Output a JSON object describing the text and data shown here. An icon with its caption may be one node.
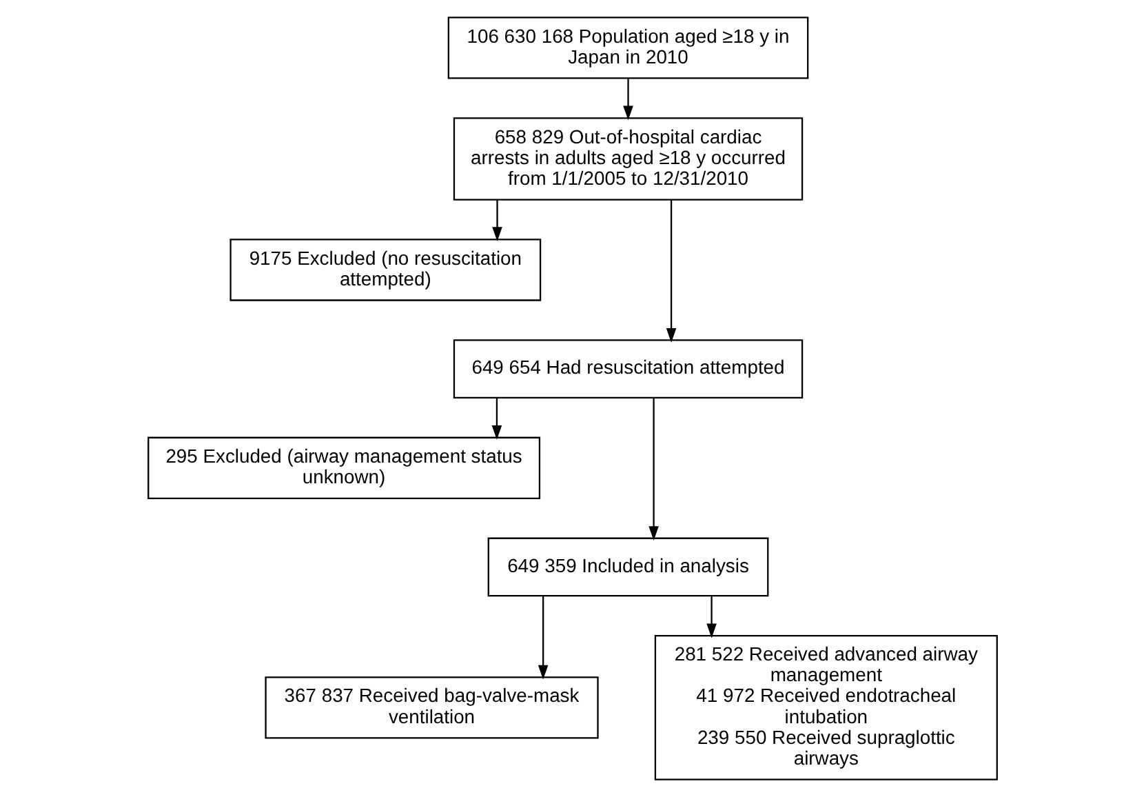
{
  "diagram": {
    "nodes": [
      {
        "text": [
          "106 630 168 Population aged ≥18 y in Japan in 2010"
        ]
      },
      {
        "text": [
          "658 829 Out-of-hospital cardiac arrests in adults aged ≥18 y occurred from 1/1/2005 to 12/31/2010"
        ]
      },
      {
        "text": [
          "9175 Excluded (no resuscitation attempted)"
        ]
      },
      {
        "text": [
          "649 654 Had resuscitation attempted"
        ]
      },
      {
        "text": [
          "295 Excluded (airway management status unknown)"
        ]
      },
      {
        "text": [
          "649 359 Included in analysis"
        ]
      },
      {
        "text": [
          "367 837 Received bag-valve-mask ventilation"
        ]
      },
      {
        "text": [
          "281 522 Received advanced airway management",
          "41 972 Received endotracheal intubation",
          "239 550 Received supraglottic airways"
        ]
      }
    ],
    "edges": [
      {
        "from": 0,
        "to": 1,
        "arrow": "to"
      },
      {
        "from": 1,
        "to": 3,
        "arrow": "to"
      },
      {
        "from": 1,
        "to": 2,
        "arrow": "to"
      },
      {
        "from": 3,
        "to": 5,
        "arrow": "to"
      },
      {
        "from": 3,
        "to": 4,
        "arrow": "to"
      },
      {
        "from": 5,
        "to": 6,
        "arrow": "to"
      },
      {
        "from": 5,
        "to": 7,
        "arrow": "to"
      }
    ]
  }
}
